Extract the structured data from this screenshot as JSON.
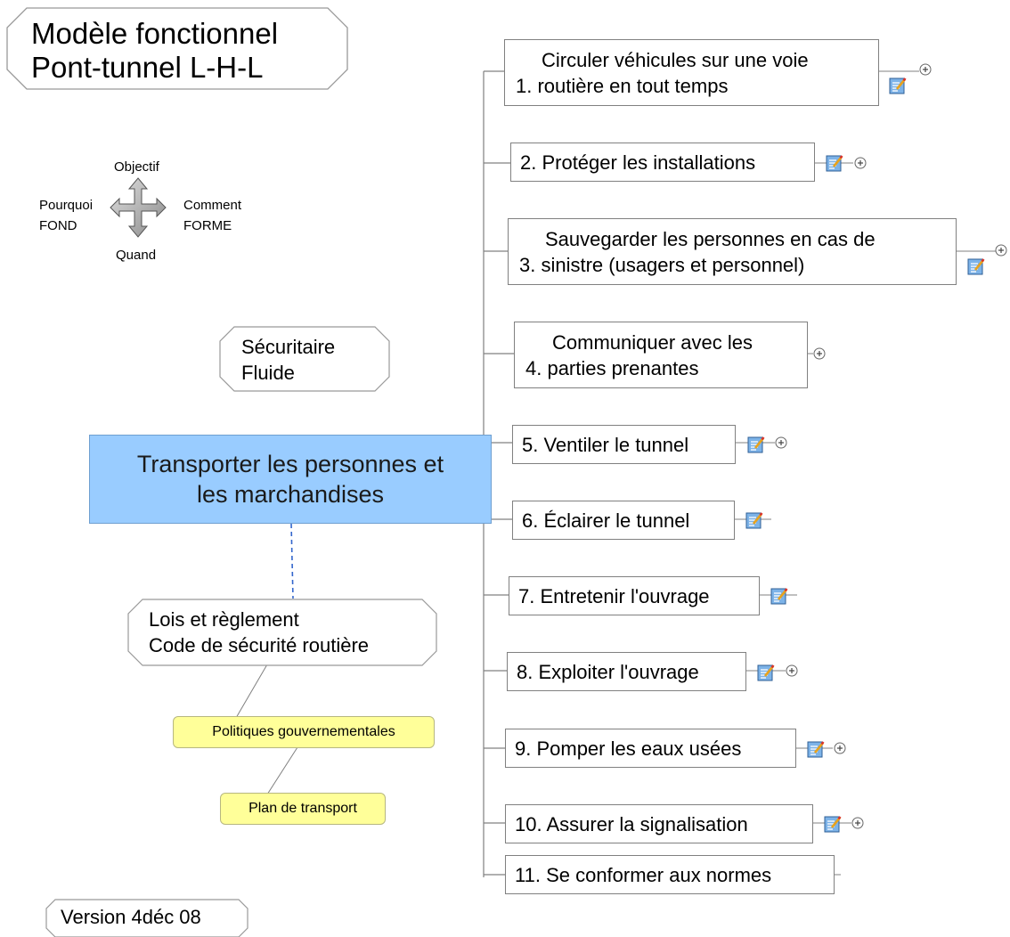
{
  "title": {
    "line1": "Modèle fonctionnel",
    "line2": "Pont-tunnel L-H-L"
  },
  "legend": {
    "top": "Objectif",
    "left_line1": "Pourquoi",
    "left_line2": "FOND",
    "right_line1": "Comment",
    "right_line2": "FORME",
    "bottom": "Quand"
  },
  "qualities": {
    "line1": "Sécuritaire",
    "line2": "Fluide"
  },
  "central": {
    "line1": "Transporter les personnes et",
    "line2": "les marchandises"
  },
  "laws": {
    "line1": "Lois et règlement",
    "line2": "Code de sécurité routière"
  },
  "policies": "Politiques gouvernementales",
  "transport_plan": "Plan de transport",
  "version": "Version 4déc 08",
  "functions": [
    {
      "line1": "Circuler véhicules sur une voie",
      "line2": "1. routière en tout temps"
    },
    {
      "line1": "2. Protéger les installations"
    },
    {
      "line1": "Sauvegarder les personnes en cas de",
      "line2": "3. sinistre (usagers et personnel)"
    },
    {
      "line1": "Communiquer avec les",
      "line2": "4. parties prenantes"
    },
    {
      "line1": "5. Ventiler le tunnel"
    },
    {
      "line1": "6. Éclairer le tunnel"
    },
    {
      "line1": "7. Entretenir l'ouvrage"
    },
    {
      "line1": "8. Exploiter l'ouvrage"
    },
    {
      "line1": "9. Pomper les eaux usées"
    },
    {
      "line1": "10. Assurer la signalisation"
    },
    {
      "line1": "11. Se conformer aux normes"
    }
  ],
  "colors": {
    "central_fill": "#99ccff",
    "callout_fill": "#ffff99",
    "connector": "#808080",
    "dashed_link": "#3366cc"
  },
  "icons": {
    "note": "note-icon",
    "expand": "plus-circle-icon",
    "legend": "four-way-arrow-icon"
  }
}
